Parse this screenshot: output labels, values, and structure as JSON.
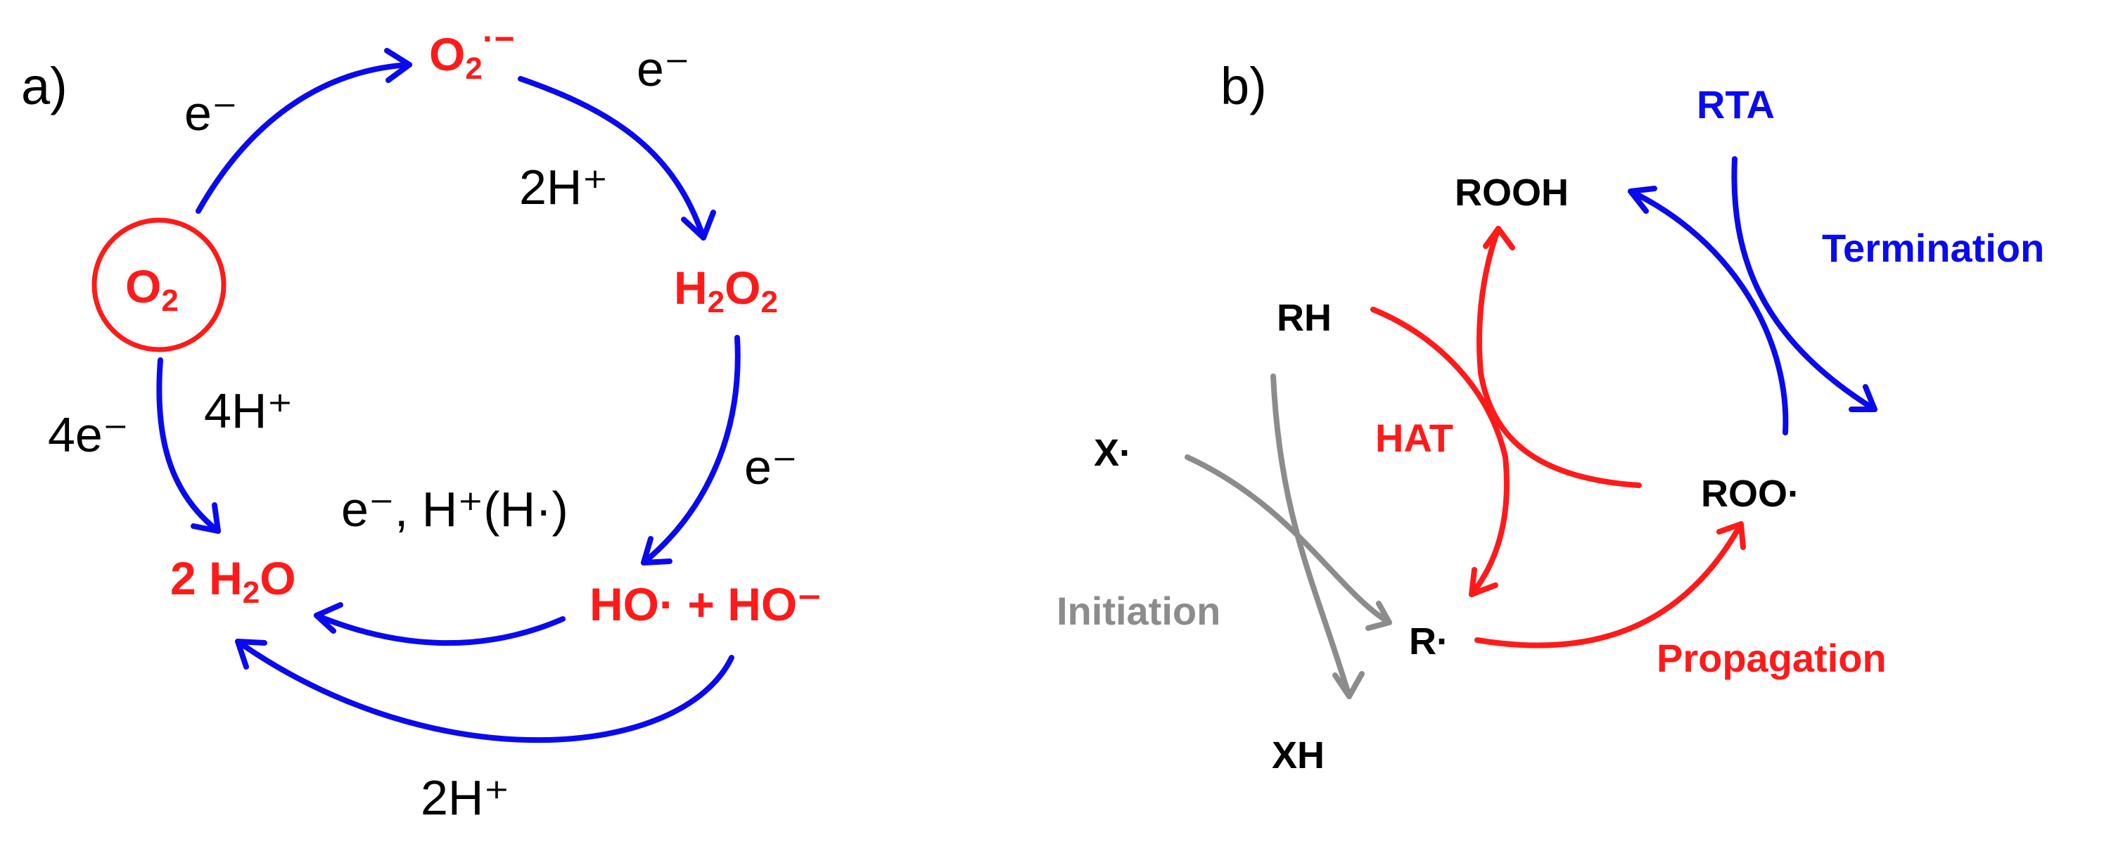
{
  "colors": {
    "blue": "#0a0af0",
    "red": "#ff1a1a",
    "gray": "#8c8c8c",
    "black": "#000000"
  },
  "panel_a": {
    "label": "a)",
    "species": {
      "o2": {
        "main": "O",
        "sub": "2"
      },
      "superoxide": {
        "main": "O",
        "sub": "2",
        "sup": "·−"
      },
      "h2o2": {
        "a": "H",
        "s1": "2",
        "b": "O",
        "s2": "2"
      },
      "hydroxyl": "HO· + HO⁻",
      "water": {
        "main": "2 H",
        "sub": "2",
        "tail": "O"
      }
    },
    "labels": {
      "e_top_left": "e⁻",
      "e_top_right": "e⁻",
      "two_h_top": "2H⁺",
      "four_e": "4e⁻",
      "four_h": "4H⁺",
      "e_right": "e⁻",
      "e_h_middle": "e⁻, H⁺(H·)",
      "two_h_bottom": "2H⁺"
    }
  },
  "panel_b": {
    "label": "b)",
    "species": {
      "rooh": "ROOH",
      "rh": "RH",
      "x_radical": "X·",
      "roo_radical": "ROO·",
      "r_radical": "R·",
      "xh": "XH"
    },
    "labels": {
      "rta": "RTA",
      "termination": "Termination",
      "hat": "HAT",
      "initiation": "Initiation",
      "propagation": "Propagation"
    }
  }
}
